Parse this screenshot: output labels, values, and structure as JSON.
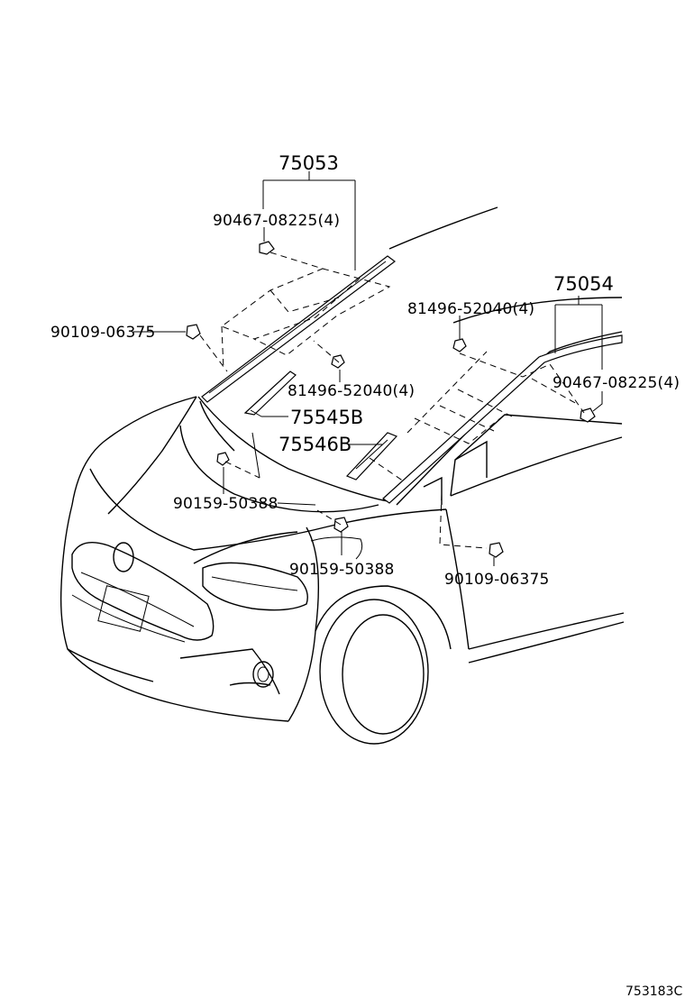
{
  "diagram": {
    "callouts": {
      "p75053": "75053",
      "p90467_top": "90467-08225(4)",
      "p90109_left": "90109-06375",
      "p81496_center": "81496-52040(4)",
      "p81496_right": "81496-52040(4)",
      "p75054": "75054",
      "p90467_right": "90467-08225(4)",
      "p75545B": "75545B",
      "p75546B": "75546B",
      "p90159_left": "90159-50388",
      "p90159_mid": "90159-50388",
      "p90109_right": "90109-06375"
    },
    "figure_code": "753183C"
  }
}
